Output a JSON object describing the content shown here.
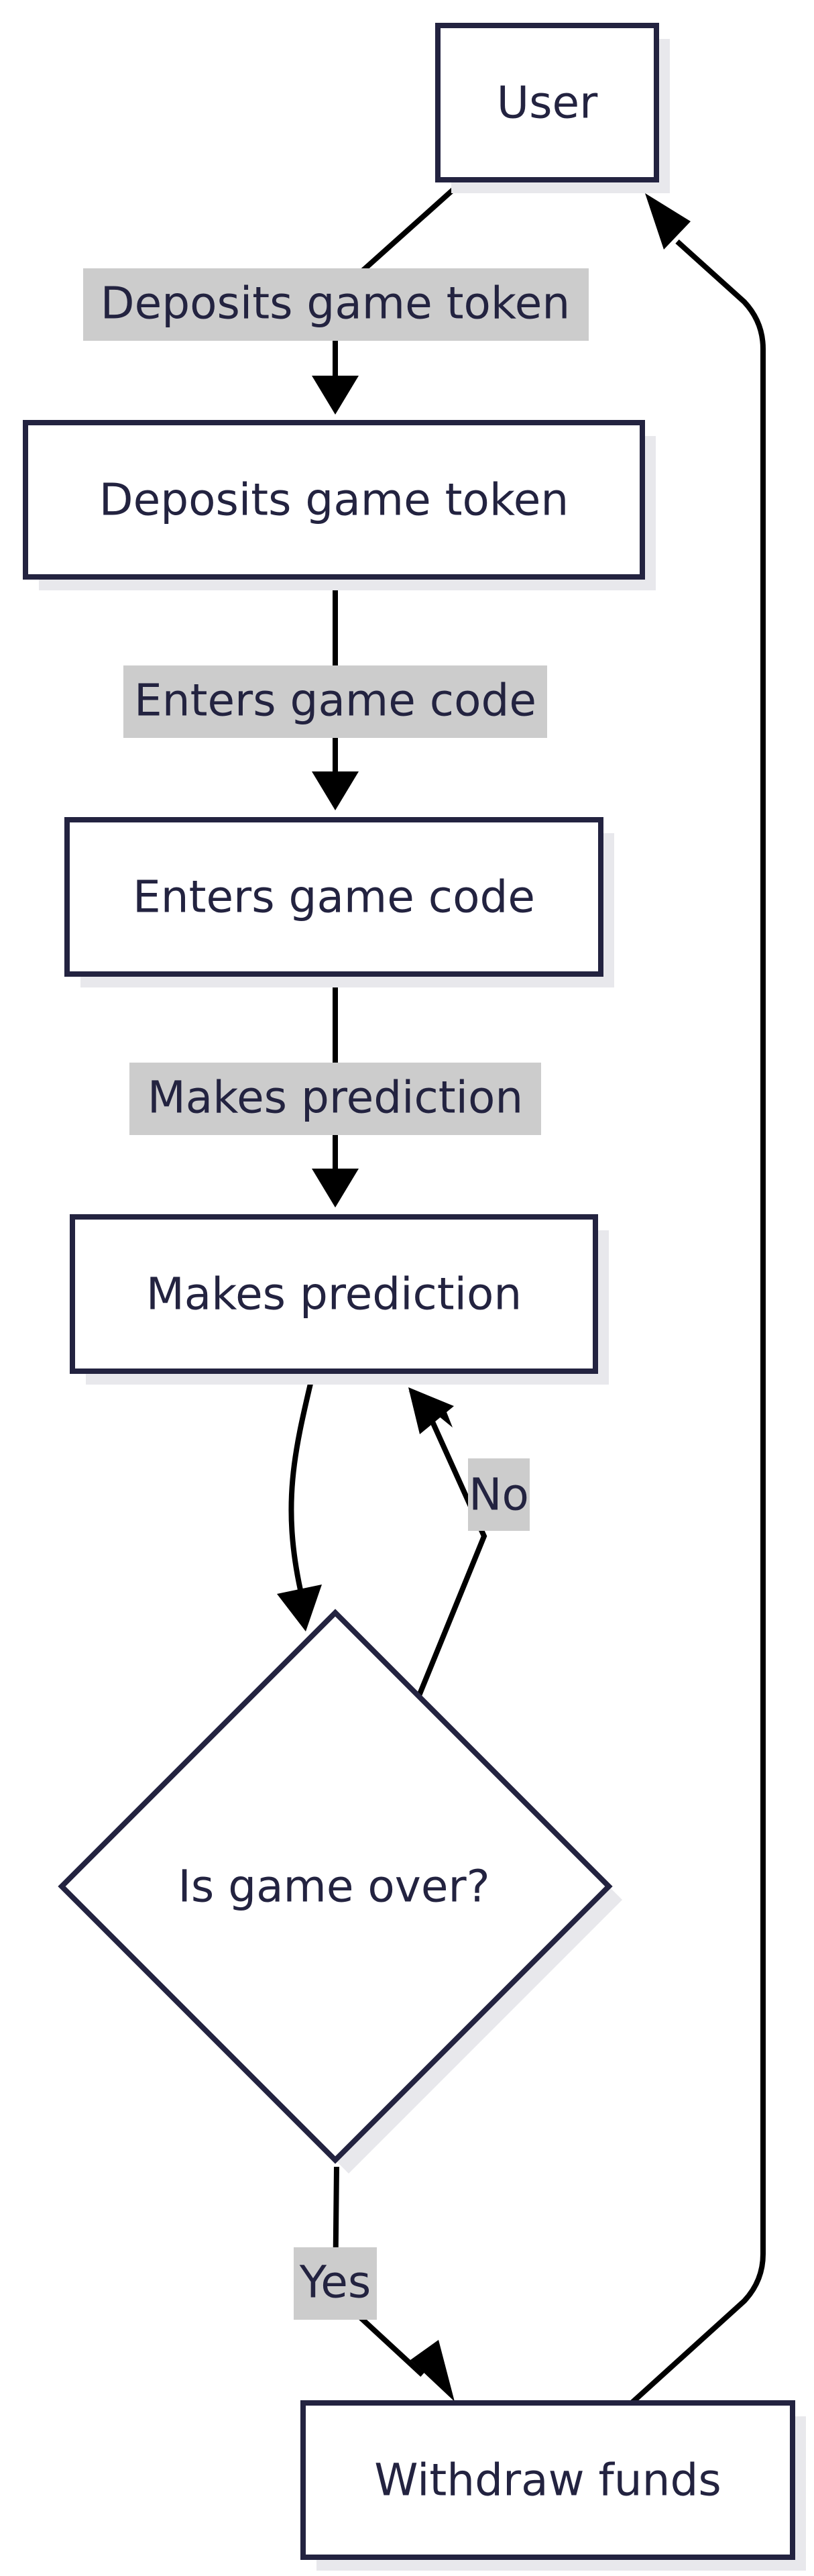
{
  "colors": {
    "node_fill": "#ffffff",
    "node_stroke": "#232340",
    "shadow": "#e8e8ec",
    "edge": "#000000",
    "edge_label_bg": "#cccccc",
    "text": "#232340"
  },
  "nodes": {
    "user": {
      "label": "User",
      "shape": "rectangle"
    },
    "deposit": {
      "label": "Deposits game token",
      "shape": "rectangle"
    },
    "code": {
      "label": "Enters game code",
      "shape": "rectangle"
    },
    "predict": {
      "label": "Makes prediction",
      "shape": "rectangle"
    },
    "gameover": {
      "label": "Is game over?",
      "shape": "diamond"
    },
    "withdraw": {
      "label": "Withdraw funds",
      "shape": "rectangle"
    }
  },
  "edges": {
    "user_to_deposit": {
      "from": "User",
      "to": "Deposits game token",
      "label": "Deposits game token"
    },
    "deposit_to_code": {
      "from": "Deposits game token",
      "to": "Enters game code",
      "label": "Enters game code"
    },
    "code_to_predict": {
      "from": "Enters game code",
      "to": "Makes prediction",
      "label": "Makes prediction"
    },
    "predict_to_gameover": {
      "from": "Makes prediction",
      "to": "Is game over?",
      "label": ""
    },
    "gameover_to_predict": {
      "from": "Is game over?",
      "to": "Makes prediction",
      "label": "No"
    },
    "gameover_to_withdraw": {
      "from": "Is game over?",
      "to": "Withdraw funds",
      "label": "Yes"
    },
    "withdraw_to_user": {
      "from": "Withdraw funds",
      "to": "User",
      "label": ""
    }
  }
}
